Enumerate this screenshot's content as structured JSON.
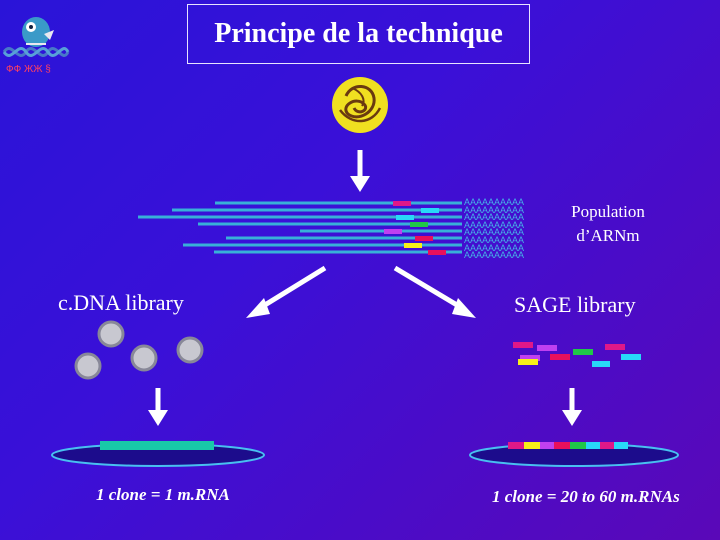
{
  "slide": {
    "title": "Principe de la technique",
    "population_label": "Population\nd’ARNm",
    "cdna_label": "c.DNA library",
    "sage_label": "SAGE library",
    "cdna_caption": "1 clone = 1 m.RNA",
    "sage_caption": "1 clone = 20 to 60 m.RNAs",
    "poly_a": "AAAAAAAAAA",
    "poly_a_rows": 8
  },
  "colors": {
    "background": "#3010d8",
    "mrna_line": "#38b0d8",
    "arrow": "#ffffff",
    "clone_fill": "#c8c8d0",
    "plasmid_fill": "#1c0c8c",
    "plasmid_stroke": "#48c0f0",
    "insert_cdna": "#18c8a8",
    "cell_yellow": "#f0e020",
    "tag_magenta": "#e01888",
    "tag_cyan": "#28d8f8",
    "tag_green": "#20c848",
    "tag_violet": "#c040f0",
    "tag_yellow": "#f8f018",
    "tag_red": "#e8105c"
  },
  "icons": {
    "logo": "fish-dna-logo-icon",
    "cell": "chromosome-cell-icon"
  }
}
